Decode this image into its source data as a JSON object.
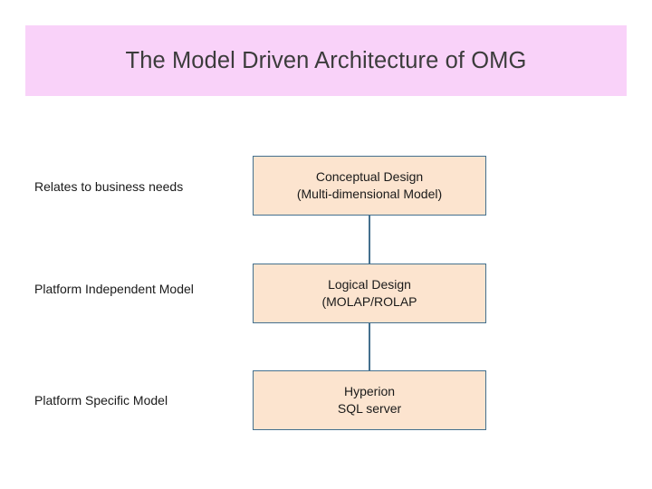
{
  "slide": {
    "title": "The Model Driven Architecture of OMG",
    "colors": {
      "title_band": "#f9d2f9",
      "box_fill": "#fce4cf",
      "box_border": "#44708e",
      "title_text": "#3c3c3c",
      "body_text": "#1a1a1a"
    },
    "left_labels": [
      {
        "text": "Relates to business needs"
      },
      {
        "text": "Platform Independent Model"
      },
      {
        "text": "Platform Specific Model"
      }
    ],
    "boxes": [
      {
        "line1": "Conceptual Design",
        "line2": "(Multi-dimensional Model)"
      },
      {
        "line1": "Logical Design",
        "line2": "(MOLAP/ROLAP"
      },
      {
        "line1": "Hyperion",
        "line2": "SQL server"
      }
    ]
  }
}
